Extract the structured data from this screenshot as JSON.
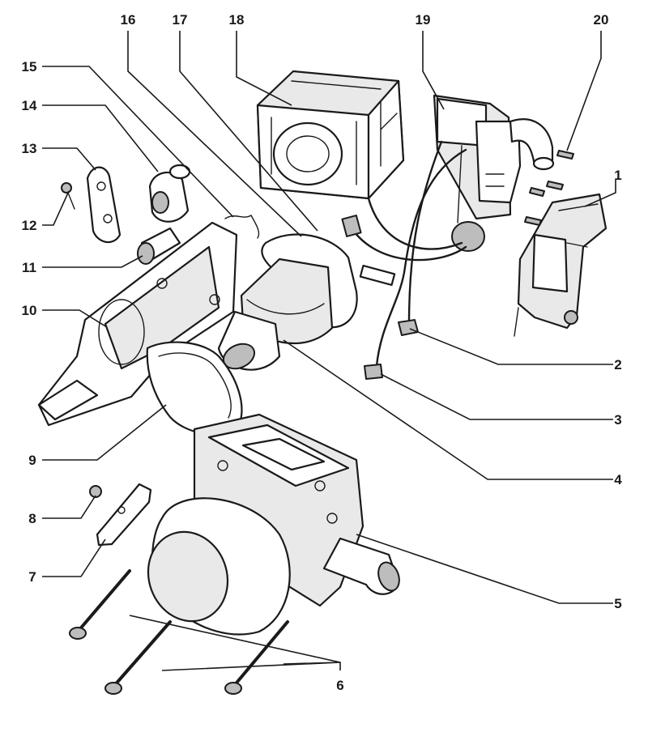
{
  "diagram": {
    "callouts": [
      {
        "id": "1",
        "label": "1"
      },
      {
        "id": "2",
        "label": "2"
      },
      {
        "id": "3",
        "label": "3"
      },
      {
        "id": "4",
        "label": "4"
      },
      {
        "id": "5",
        "label": "5"
      },
      {
        "id": "6",
        "label": "6"
      },
      {
        "id": "7",
        "label": "7"
      },
      {
        "id": "8",
        "label": "8"
      },
      {
        "id": "9",
        "label": "9"
      },
      {
        "id": "10",
        "label": "10"
      },
      {
        "id": "11",
        "label": "11"
      },
      {
        "id": "12",
        "label": "12"
      },
      {
        "id": "13",
        "label": "13"
      },
      {
        "id": "14",
        "label": "14"
      },
      {
        "id": "15",
        "label": "15"
      },
      {
        "id": "16",
        "label": "16"
      },
      {
        "id": "17",
        "label": "17"
      },
      {
        "id": "18",
        "label": "18"
      },
      {
        "id": "19",
        "label": "19"
      },
      {
        "id": "20",
        "label": "20"
      }
    ]
  }
}
